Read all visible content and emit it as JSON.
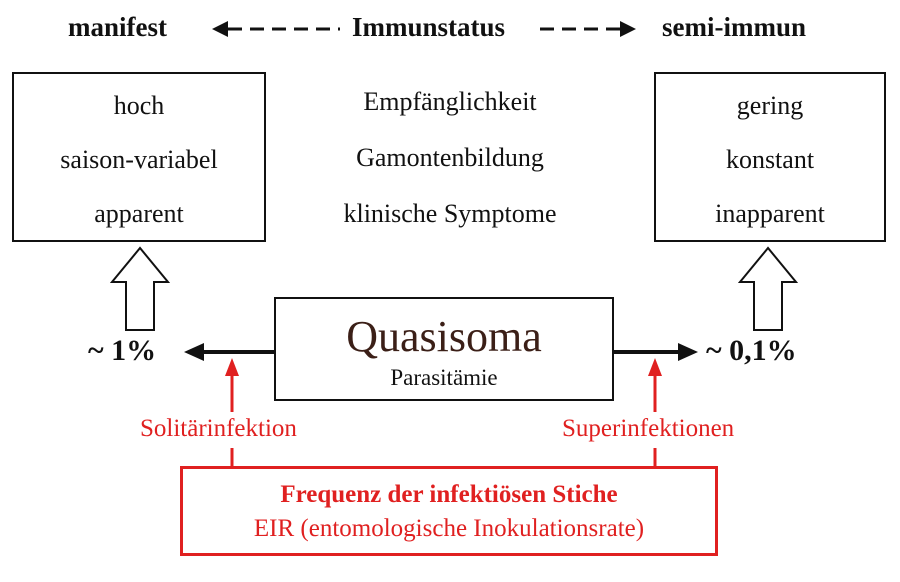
{
  "header": {
    "left": "manifest",
    "center": "Immunstatus",
    "right": "semi-immun"
  },
  "left_box": {
    "lines": [
      "hoch",
      "saison-variabel",
      "apparent"
    ]
  },
  "middle": {
    "lines": [
      "Empfänglichkeit",
      "Gamontenbildung",
      "klinische Symptome"
    ]
  },
  "right_box": {
    "lines": [
      "gering",
      "konstant",
      "inapparent"
    ]
  },
  "center_box": {
    "title": "Quasisoma",
    "subtitle": "Parasitämie"
  },
  "left_percent": "~ 1%",
  "right_percent": "~ 0,1%",
  "labels": {
    "left_red": "Solitärinfektion",
    "right_red": "Superinfektionen"
  },
  "bottom_box": {
    "title": "Frequenz der infektiösen Stiche",
    "subtitle": "EIR (entomologische Inokulationsrate)"
  },
  "colors": {
    "red": "#e02020",
    "black": "#111111",
    "title_brown": "#3b1f17"
  }
}
